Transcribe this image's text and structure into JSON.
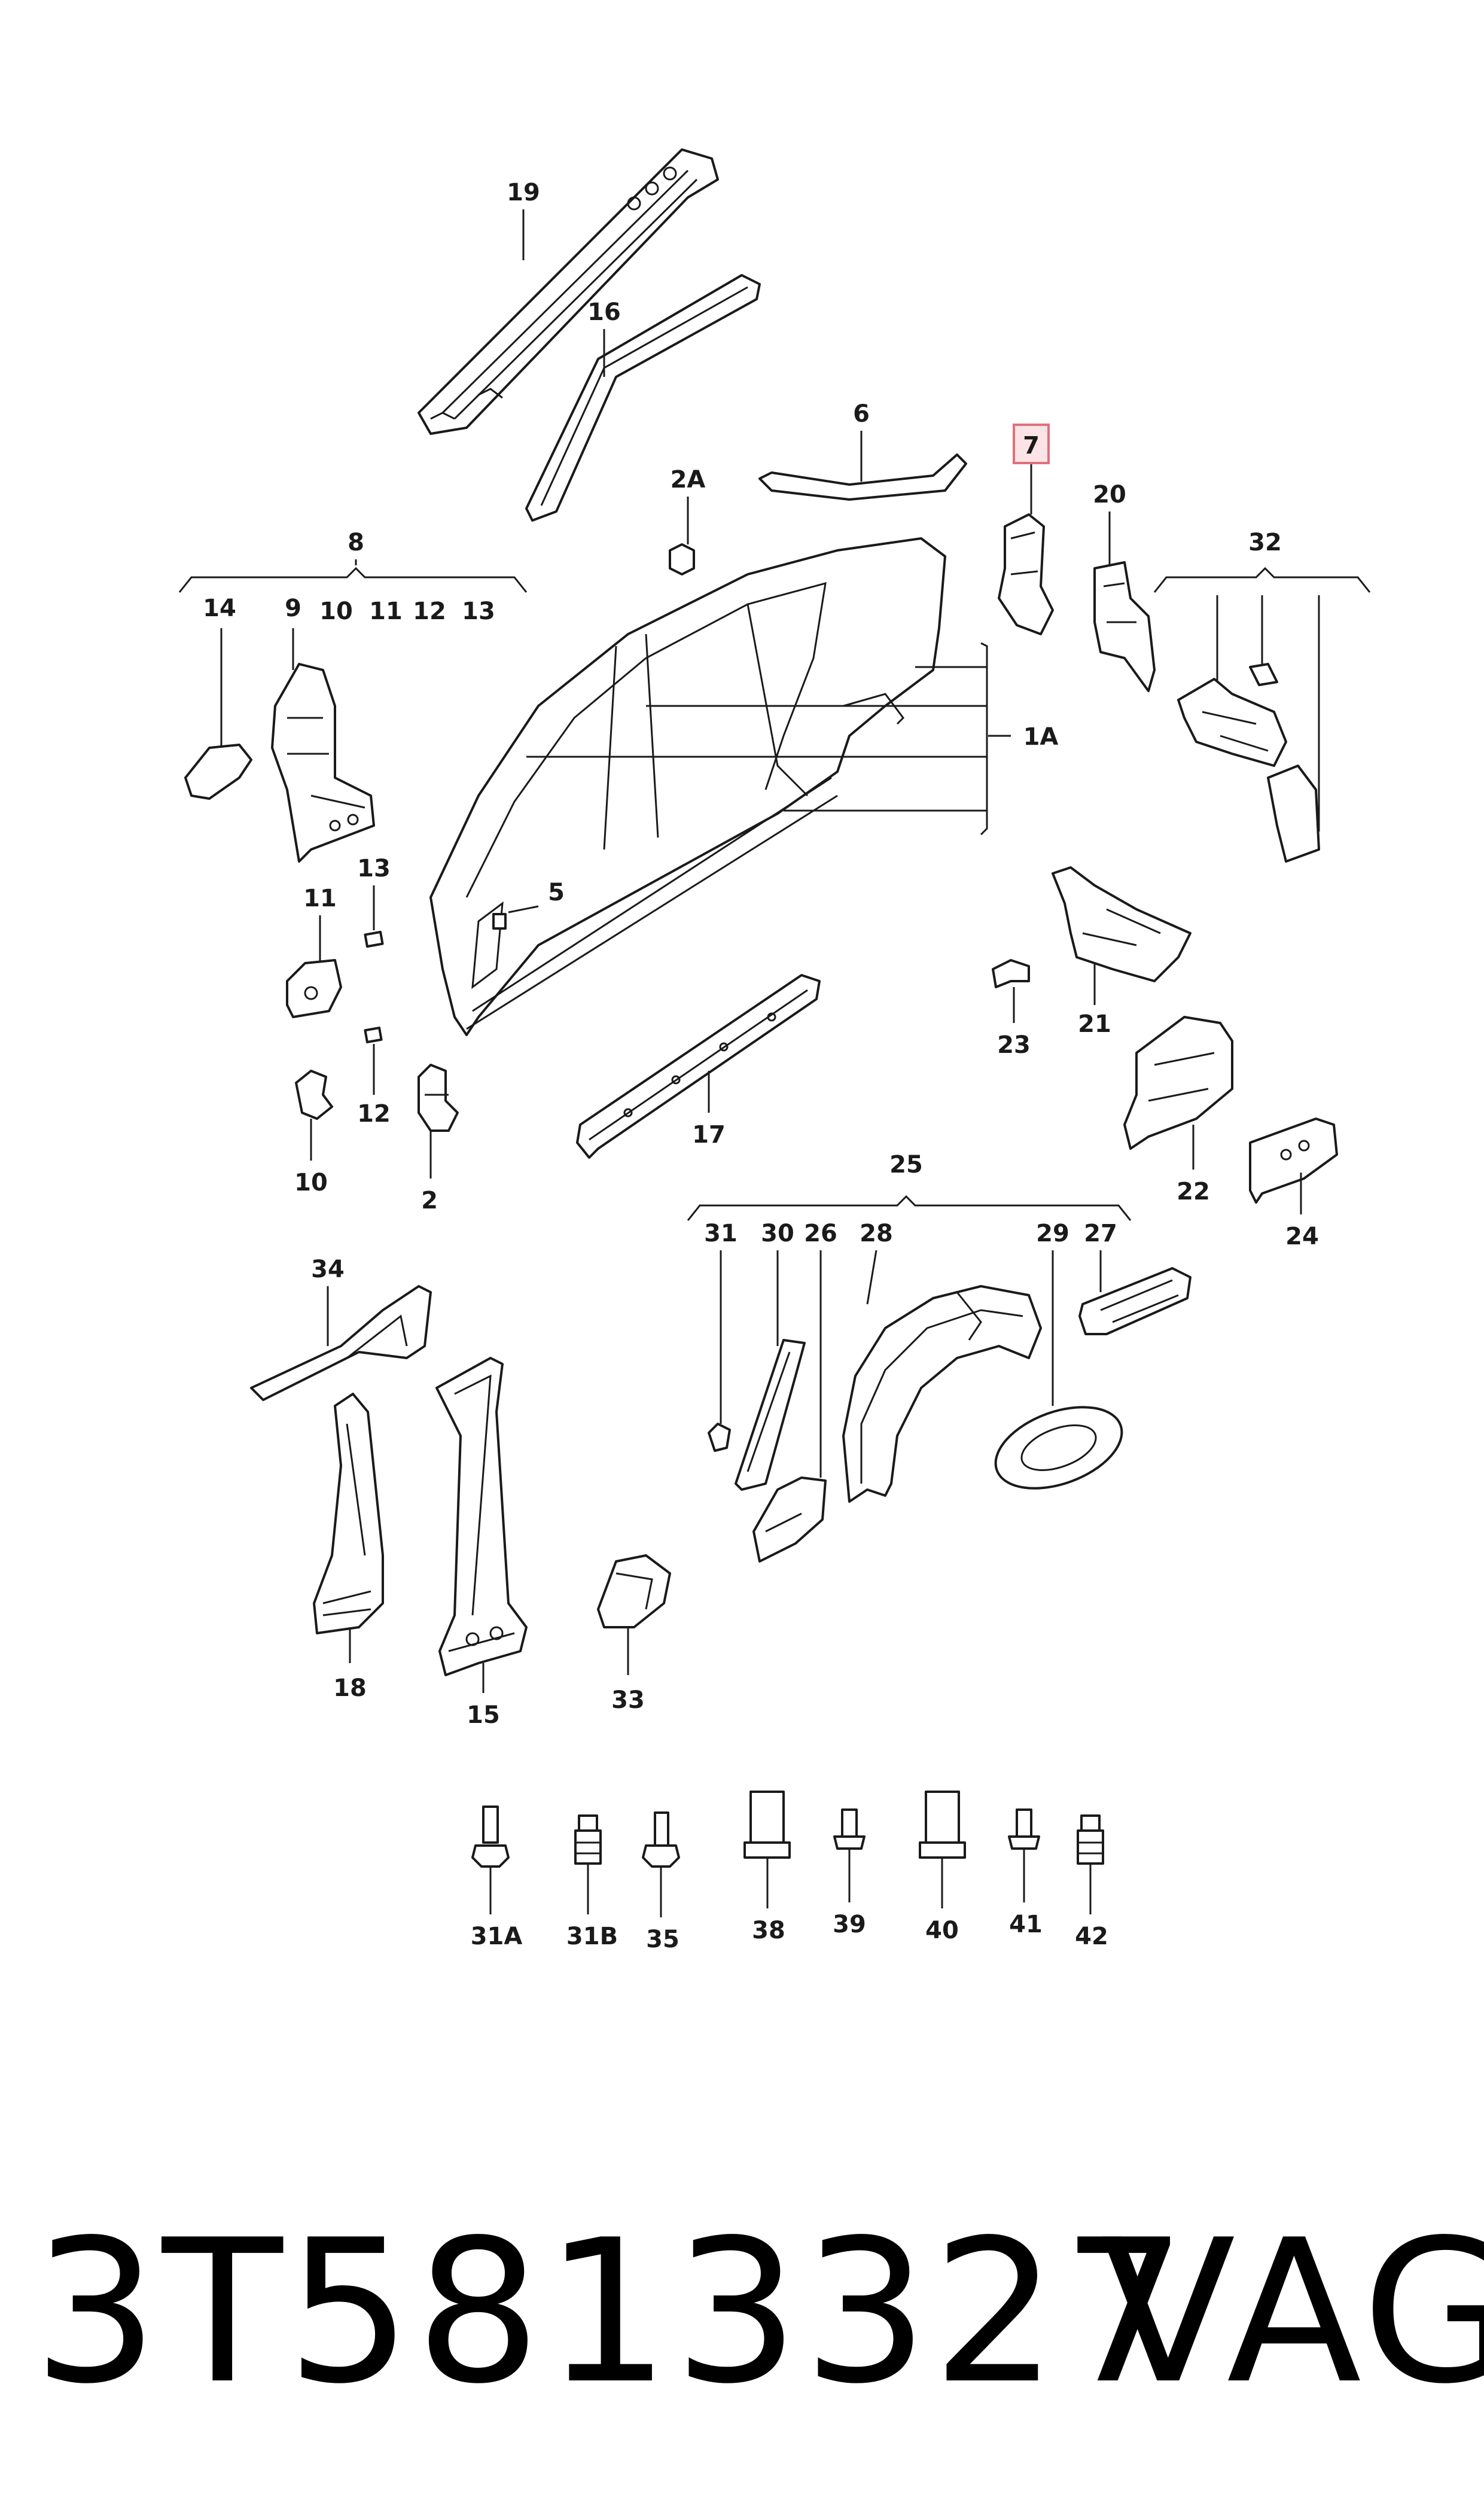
{
  "labels": {
    "l19": "19",
    "l16": "16",
    "l6": "6",
    "l7": "7",
    "l2A": "2A",
    "l20": "20",
    "l8": "8",
    "l32": "32",
    "l14": "14",
    "l9": "9",
    "l10a": "10",
    "l11a": "11",
    "l12a": "12",
    "l13a": "13",
    "l1A": "1A",
    "l13b": "13",
    "l5": "5",
    "l11b": "11",
    "l21": "21",
    "l23": "23",
    "l12b": "12",
    "l10b": "10",
    "l2": "2",
    "l17": "17",
    "l22": "22",
    "l24": "24",
    "l25": "25",
    "l31": "31",
    "l30": "30",
    "l26": "26",
    "l28": "28",
    "l29": "29",
    "l27": "27",
    "l34": "34",
    "l18": "18",
    "l15": "15",
    "l33": "33",
    "l31A": "31A",
    "l31B": "31B",
    "l35": "35",
    "l38": "38",
    "l39": "39",
    "l40": "40",
    "l41": "41",
    "l42": "42"
  },
  "highlight": {
    "label": "7",
    "color": "#fbe3e6",
    "border": "#e0707c"
  },
  "footer": {
    "part_number": "3T5813327",
    "brand": "VAG"
  }
}
